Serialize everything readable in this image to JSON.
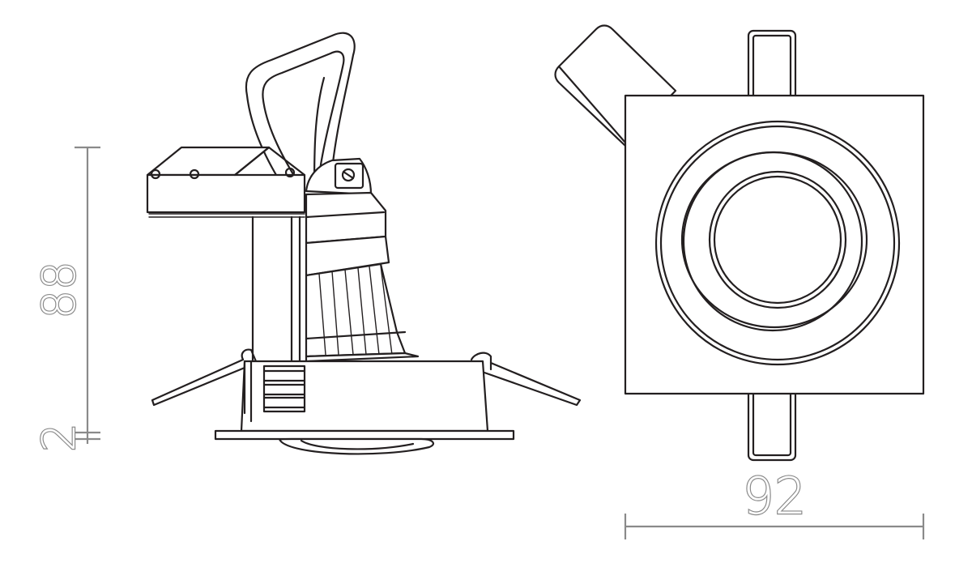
{
  "dimensions": {
    "height_total": "88",
    "bezel_thickness": "2",
    "width": "92"
  },
  "colors": {
    "outline": "#231f20",
    "dimension": "#8a8a8a",
    "background": "#ffffff"
  }
}
